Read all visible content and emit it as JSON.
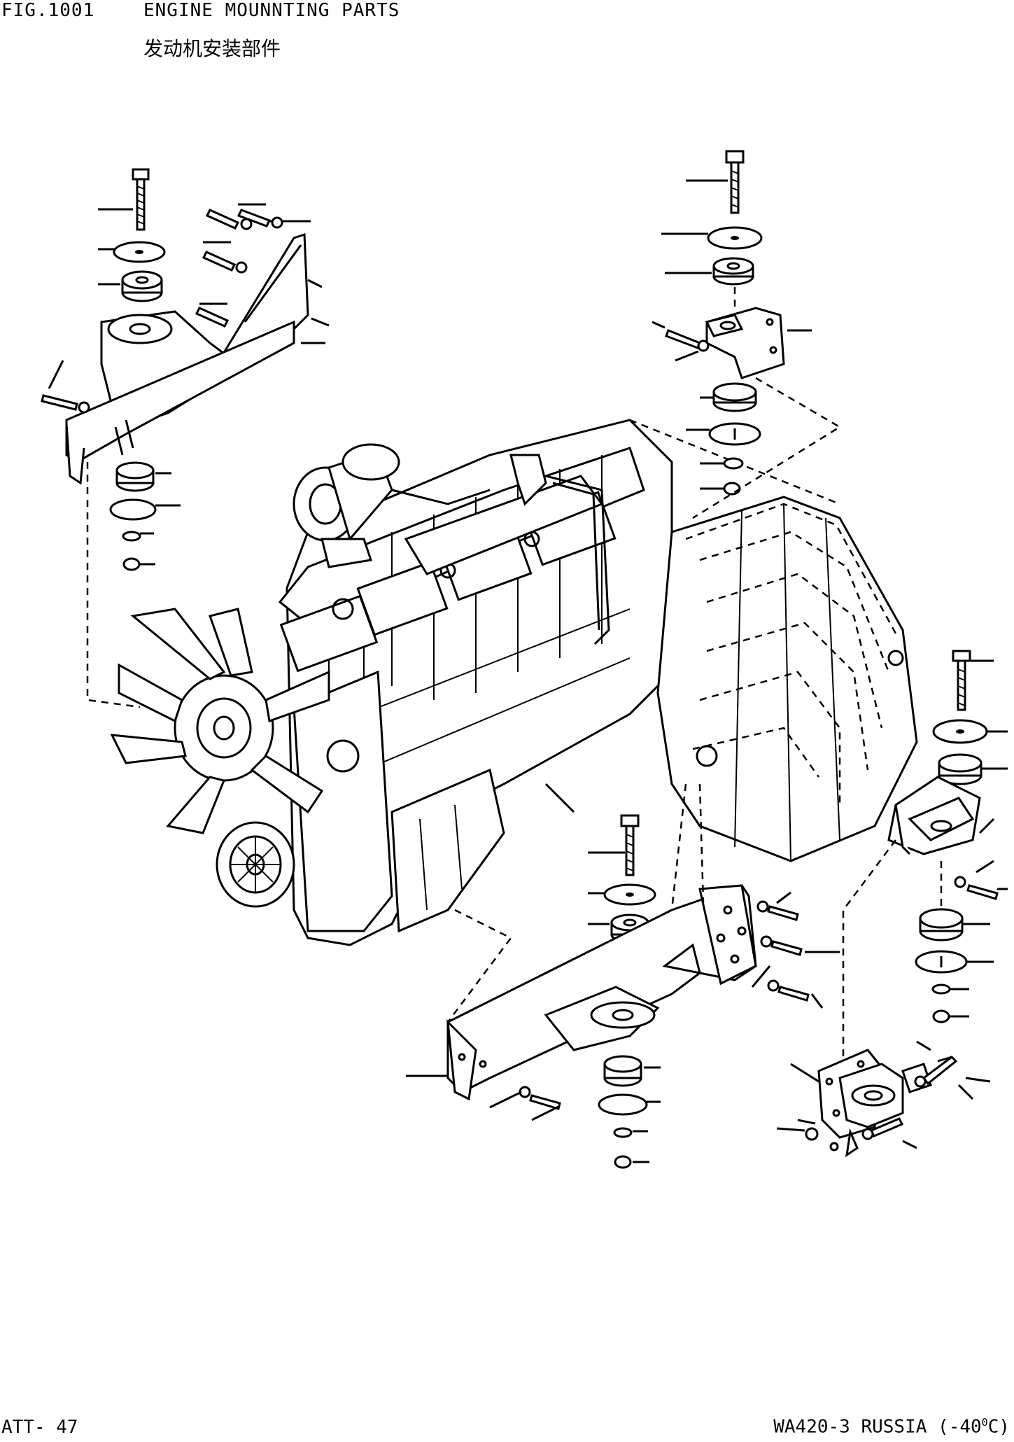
{
  "header": {
    "figure_number": "FIG.1001",
    "title": "ENGINE MOUNNTING PARTS",
    "title_cn": "发动机安装部件"
  },
  "footer": {
    "page": "ATT- 47",
    "model_prefix": "WA420-3 RUSSIA (-40",
    "model_degree": "0",
    "model_suffix": "C)"
  },
  "drawing": {
    "subject": "engine and transmission with four mounting brackets, exploded fasteners",
    "groups": [
      "front-left-mount",
      "front-right-mount",
      "rear-left-mount",
      "rear-right-mount"
    ]
  }
}
